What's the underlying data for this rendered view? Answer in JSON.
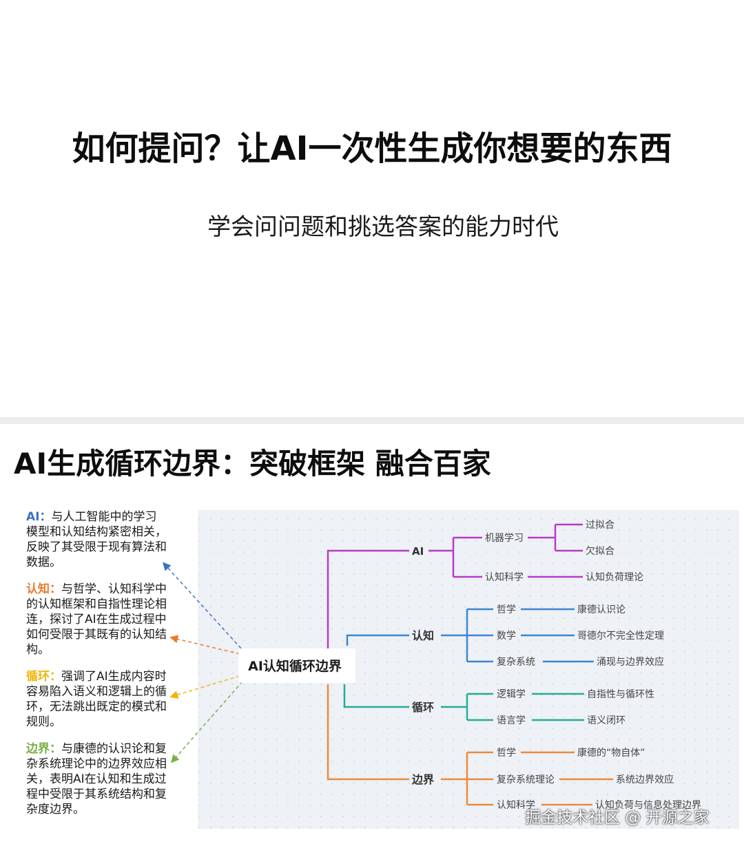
{
  "slide1": {
    "title": "如何提问？让AI一次性生成你想要的东西",
    "subtitle": "学会问问题和挑选答案的能力时代"
  },
  "slide2": {
    "title": "AI生成循环边界：突破框架 融合百家",
    "notes": [
      {
        "key": "AI",
        "sep": "：",
        "text": "与人工智能中的学习模型和认知结构紧密相关，反映了其受限于现有算法和数据。"
      },
      {
        "key": "认知",
        "sep": "：",
        "text": "与哲学、认知科学中的认知框架和自指性理论相连，探讨了AI在生成过程中如何受限于其既有的认知结构。"
      },
      {
        "key": "循环",
        "sep": "：",
        "text": "强调了AI生成内容时容易陷入语义和逻辑上的循环，无法跳出既定的模式和规则。"
      },
      {
        "key": "边界",
        "sep": "：",
        "text": "与康德的认识论和复杂系统理论中的边界效应相关，表明AI在认知和生成过程中受限于其系统结构和复杂度边界。"
      }
    ],
    "mindmap": {
      "root": "AI认知循环边界",
      "colors": {
        "AI": "#b83ac9",
        "认知": "#3a86d0",
        "循环": "#22ad98",
        "边界": "#ea8a3c",
        "note_ai": "#3a73c4",
        "note_rz": "#ea7a2c",
        "note_xh": "#f0b40c",
        "note_bj": "#78b045"
      },
      "ai": {
        "label": "AI",
        "b1": "机器学习",
        "b1a": "过拟合",
        "b1b": "欠拟合",
        "b2": "认知科学",
        "b2a": "认知负荷理论"
      },
      "rz": {
        "label": "认知",
        "b1": "哲学",
        "b1a": "康德认识论",
        "b2": "数学",
        "b2a": "哥德尔不完全性定理",
        "b3": "复杂系统",
        "b3a": "涌现与边界效应"
      },
      "xh": {
        "label": "循环",
        "b1": "逻辑学",
        "b1a": "自指性与循环性",
        "b2": "语言学",
        "b2a": "语义闭环"
      },
      "bj": {
        "label": "边界",
        "b1": "哲学",
        "b1a": "康德的“物自体”",
        "b2": "复杂系统理论",
        "b2a": "系统边界效应",
        "b3": "认知科学",
        "b3a": "认知负荷与信息处理边界"
      }
    }
  },
  "watermark": "掘金技术社区 @ 开源之家"
}
